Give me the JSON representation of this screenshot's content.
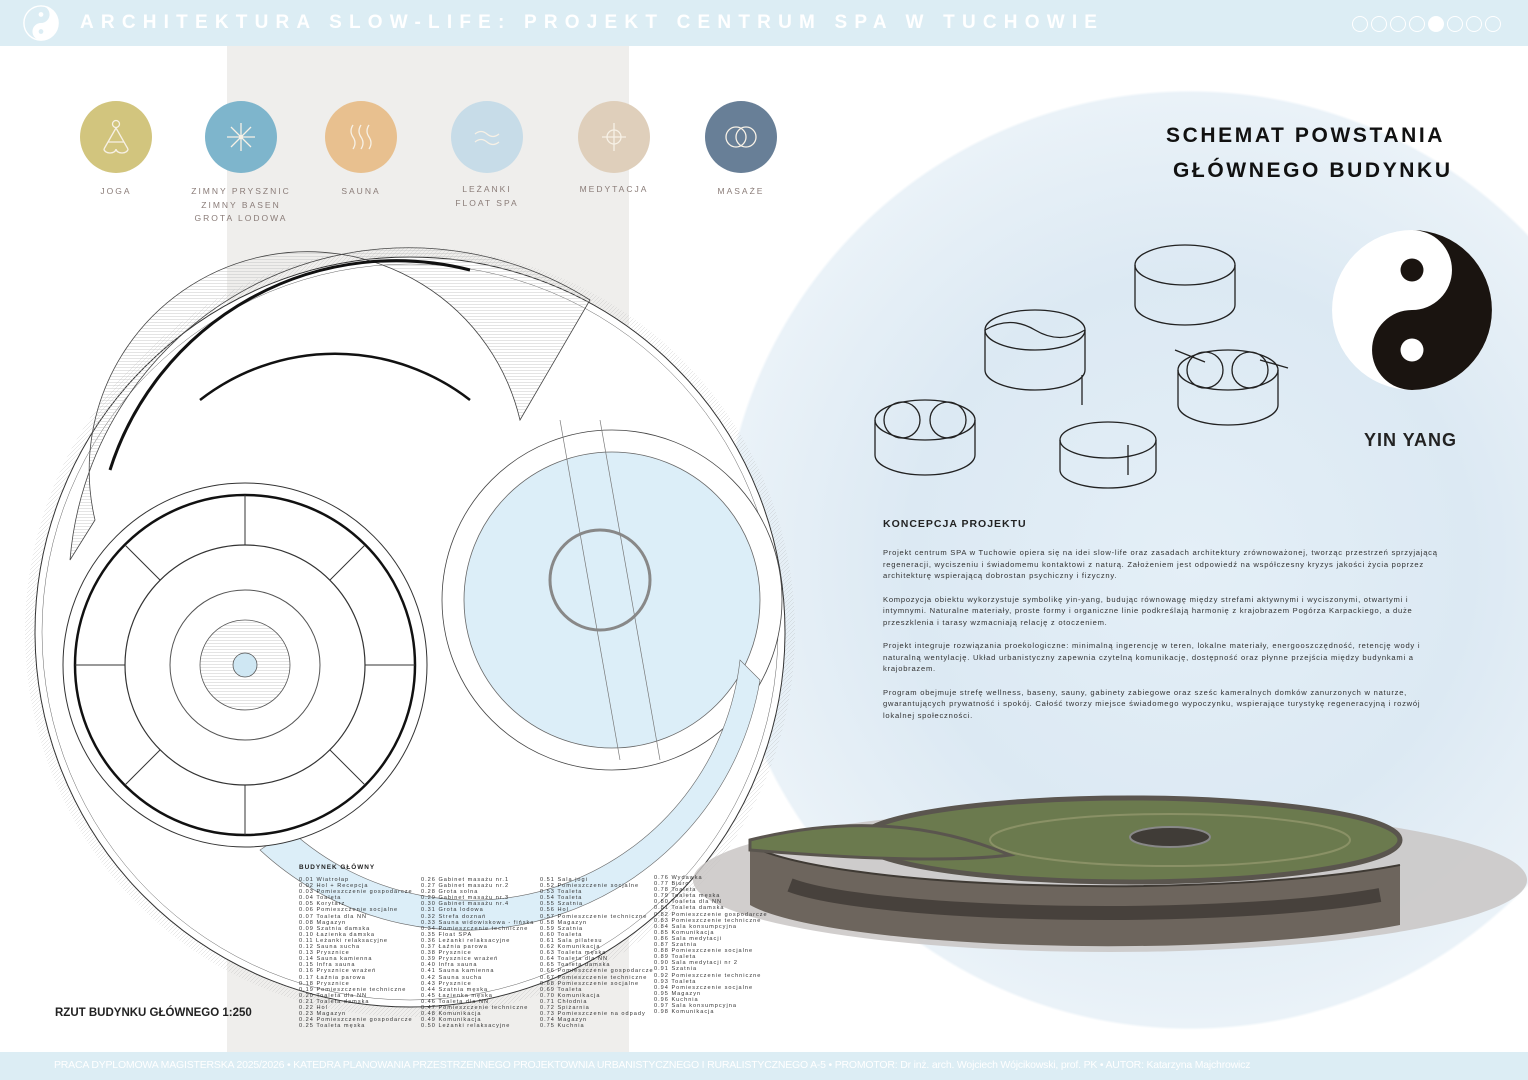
{
  "header": {
    "title": "ARCHITEKTURA SLOW-LIFE: PROJEKT CENTRUM SPA W TUCHOWIE",
    "pages_total": 8,
    "current_page": 5
  },
  "icons": [
    {
      "name": "joga",
      "label": [
        "JOGA"
      ],
      "color": "#d2c57e",
      "icon": "yoga-icon"
    },
    {
      "name": "zimny",
      "label": [
        "ZIMNY PRYSZNIC",
        "ZIMNY BASEN",
        "GROTA LODOWA"
      ],
      "color": "#7eb5cc",
      "icon": "snowflake-icon"
    },
    {
      "name": "sauna",
      "label": [
        "SAUNA"
      ],
      "color": "#e8c08f",
      "icon": "heat-waves-icon"
    },
    {
      "name": "lezanki",
      "label": [
        "LEŻANKI",
        "FLOAT SPA"
      ],
      "color": "#c7dce8",
      "icon": "water-waves-icon"
    },
    {
      "name": "medytacja",
      "label": [
        "MEDYTACJA"
      ],
      "color": "#dfcfbb",
      "icon": "crosshair-icon"
    },
    {
      "name": "masaze",
      "label": [
        "MASAŻE"
      ],
      "color": "#687f97",
      "icon": "rings-icon"
    }
  ],
  "schemat": {
    "title_line1": "SCHEMAT POWSTANIA",
    "title_line2": "GŁÓWNEGO BUDYNKU",
    "yin_yang": "YIN YANG"
  },
  "koncepcja": {
    "title": "KONCEPCJA PROJEKTU",
    "paragraphs": [
      "Projekt centrum SPA w Tuchowie opiera się na idei slow-life oraz zasadach architektury zrównoważonej, tworząc przestrzeń sprzyjającą regeneracji, wyciszeniu i świadomemu kontaktowi z naturą. Założeniem jest odpowiedź na współczesny kryzys jakości życia poprzez architekturę wspierającą dobrostan psychiczny i fizyczny.",
      "Kompozycja obiektu wykorzystuje symbolikę yin-yang, budując równowagę między strefami aktywnymi i wyciszonymi, otwartymi i intymnymi. Naturalne materiały, proste formy i organiczne linie podkreślają harmonię z krajobrazem Pogórza Karpackiego, a duże przeszklenia i tarasy wzmacniają relację z otoczeniem.",
      "Projekt integruje rozwiązania proekologiczne: minimalną ingerencję w teren, lokalne materiały, energooszczędność, retencję wody i naturalną wentylację. Układ urbanistyczny zapewnia czytelną komunikację, dostępność oraz płynne przejścia między budynkami a krajobrazem.",
      "Program obejmuje strefę wellness, baseny, sauny, gabinety zabiegowe oraz sześc kameralnych domków zanurzonych w naturze, gwarantujących prywatność i spokój. Całość tworzy miejsce świadomego wypoczynku, wspierające turystykę regeneracyjną i rozwój lokalnej społeczności."
    ]
  },
  "legend": {
    "title": "BUDYNEK GŁÓWNY",
    "columns": [
      [
        "0.01 Wiatrołap",
        "0.02 Hol + Recepcja",
        "0.03 Pomieszczenie gospodarcze",
        "0.04 Toaleta",
        "0.05 Korytarz",
        "0.06 Pomieszczenie socjalne",
        "0.07 Toaleta dla NN",
        "0.08 Magazyn",
        "0.09 Szatnia damska",
        "0.10 Łazienka damska",
        "0.11 Leżanki relaksacyjne",
        "0.12 Sauna sucha",
        "0.13 Prysznice",
        "0.14 Sauna kamienna",
        "0.15 Infra sauna",
        "0.16 Prysznice wrażeń",
        "0.17 Łaźnia parowa",
        "0.18 Prysznice",
        "0.19 Pomieszczenie techniczne",
        "0.20 Toaleta dla NN",
        "0.21 Toaleta damska",
        "0.22 Hol",
        "0.23 Magazyn",
        "0.24 Pomieszczenie gospodarcze",
        "0.25 Toaleta męska"
      ],
      [
        "0.26 Gabinet masażu nr.1",
        "0.27 Gabinet masażu nr.2",
        "0.28 Grota solna",
        "0.29 Gabinet masażu nr.3",
        "0.30 Gabinet masażu nr.4",
        "0.31 Grota lodowa",
        "0.32 Strefa doznań",
        "0.33 Sauna widowiskowa - fińska",
        "0.34 Pomieszczenie techniczne",
        "0.35 Float SPA",
        "0.36 Leżanki relaksacyjne",
        "0.37 Łaźnia parowa",
        "0.38 Prysznice",
        "0.39 Prysznice wrażeń",
        "0.40 Infra sauna",
        "0.41 Sauna kamienna",
        "0.42 Sauna sucha",
        "0.43 Prysznice",
        "0.44 Szatnia męska",
        "0.45 Łazienka męska",
        "0.46 Toaleta dla NN",
        "0.47 Pomieszczenie techniczne",
        "0.48 Komunikacja",
        "0.49 Komunikacja",
        "0.50 Leżanki relaksacyjne"
      ],
      [
        "0.51 Sala jogi",
        "0.52 Pomieszczenie socjalne",
        "0.53 Toaleta",
        "0.54 Toaleta",
        "0.55 Szatnia",
        "0.56 Hol",
        "0.57 Pomieszczenie techniczne",
        "0.58 Magazyn",
        "0.59 Szatnia",
        "0.60 Toaleta",
        "0.61 Sala pilatesu",
        "0.62 Komunikacja",
        "0.63 Toaleta męska",
        "0.64 Toaleta dla NN",
        "0.65 Toaleta damska",
        "0.66 Pomieszczenie gospodarcze",
        "0.67 Pomieszczenie techniczne",
        "0.68 Pomieszczenie socjalne",
        "0.69 Toaleta",
        "0.70 Komunikacja",
        "0.71 Chłodnia",
        "0.72 Spiżarnia",
        "0.73 Pomieszczenie na odpady",
        "0.74 Magazyn",
        "0.75 Kuchnia"
      ],
      [
        "0.76 Wydawka",
        "0.77 Biuro",
        "0.78 Toaleta",
        "0.79 Toaleta męska",
        "0.80 Toaleta dla NN",
        "0.81 Toaleta damska",
        "0.82 Pomieszczenie gospodarcze",
        "0.83 Pomieszczenie techniczne",
        "0.84 Sala konsumpcyjna",
        "0.85 Komunikacja",
        "0.86 Sala medytacji",
        "0.87 Szatnia",
        "0.88 Pomieszczenie socjalne",
        "0.89 Toaleta",
        "0.90 Sala medytacji nr 2",
        "0.91 Szatnia",
        "0.92 Pomieszczenie techniczne",
        "0.93 Toaleta",
        "0.94 Pomieszczenie socjalne",
        "0.95 Magazyn",
        "0.96 Kuchnia",
        "0.97 Sala konsumpcyjna",
        "0.98 Komunikacja"
      ]
    ]
  },
  "plan_caption": "RZUT BUDYNKU GŁÓWNEGO 1:250",
  "footer": "PRACA DYPLOMOWA MAGISTERSKA 2025/2026 • KATEDRA PLANOWANIA PRZESTRZENNEGO PROJEKTOWNIA URBANISTYCZNEGO I RURALISTYCZNEGO A-5 • PROMOTOR: Dr inż. arch. Wojciech Wójcikowski, prof. PK • AUTOR: Katarzyna Majchrowicz"
}
